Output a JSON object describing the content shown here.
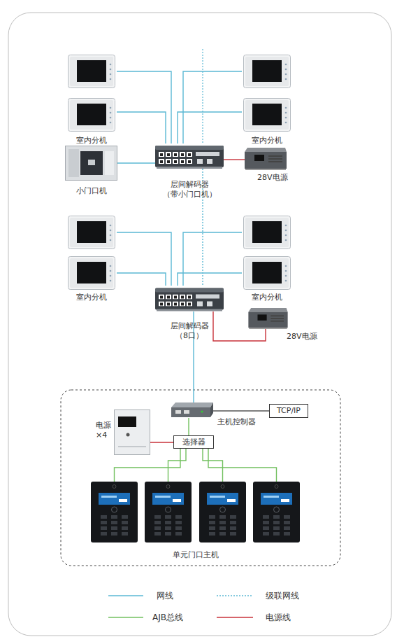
{
  "diagram": {
    "nodes": [
      {
        "text": [
          "室内分机"
        ]
      },
      {
        "text": [
          "室内分机"
        ]
      },
      {
        "text": [
          "小门口机"
        ]
      },
      {
        "text": [
          "层间解码器 （带小门口机）"
        ]
      },
      {
        "text": [
          "28V电源"
        ]
      },
      {
        "text": [
          "室内分机"
        ]
      },
      {
        "text": [
          "室内分机"
        ]
      },
      {
        "text": [
          "层间解码器 （8口）"
        ]
      },
      {
        "text": [
          "28V电源"
        ]
      },
      {
        "text": [
          "主机控制器"
        ]
      },
      {
        "text": [
          "TCP/IP"
        ]
      },
      {
        "text": [
          "选择器"
        ]
      },
      {
        "text": [
          "电源 ×4"
        ]
      },
      {
        "text": [
          "单元门口主机"
        ]
      }
    ],
    "edges": [
      {
        "from": 0,
        "to": 3,
        "arrow": "none"
      },
      {
        "from": 1,
        "to": 3,
        "arrow": "none"
      },
      {
        "from": 2,
        "to": 3,
        "arrow": "none"
      },
      {
        "from": 4,
        "to": 3,
        "arrow": "none"
      },
      {
        "from": 3,
        "to": 7,
        "arrow": "none"
      },
      {
        "from": 5,
        "to": 7,
        "arrow": "none"
      },
      {
        "from": 6,
        "to": 7,
        "arrow": "none"
      },
      {
        "from": 8,
        "to": 7,
        "arrow": "none"
      },
      {
        "from": 7,
        "to": 9,
        "arrow": "none"
      },
      {
        "from": 10,
        "to": 9,
        "arrow": "none"
      },
      {
        "from": 9,
        "to": 11,
        "arrow": "none"
      },
      {
        "from": 12,
        "to": 11,
        "arrow": "none"
      },
      {
        "from": 11,
        "to": 13,
        "arrow": "none"
      }
    ],
    "legend": [
      {
        "text": "网线"
      },
      {
        "text": "级联网线"
      },
      {
        "text": "AJB总线"
      },
      {
        "text": "电源线"
      }
    ]
  }
}
